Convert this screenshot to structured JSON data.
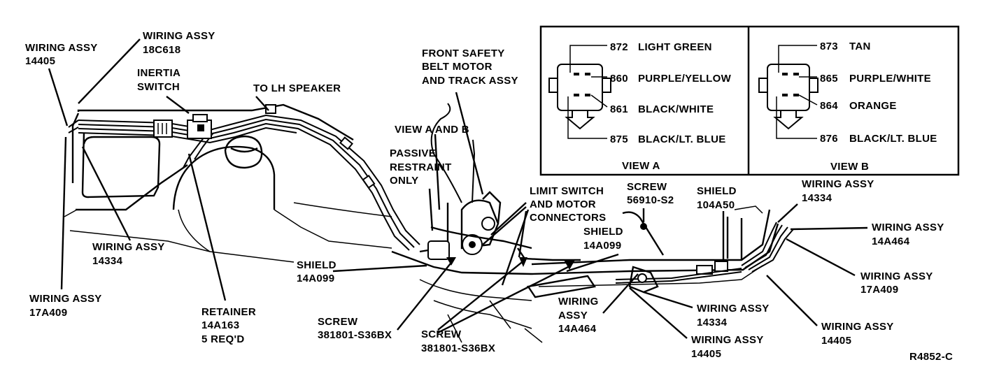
{
  "labels": {
    "wiring_assy_14405_tl": {
      "l1": "WIRING ASSY",
      "l2": "14405"
    },
    "wiring_assy_18c618": {
      "l1": "WIRING ASSY",
      "l2": "18C618"
    },
    "inertia_switch": {
      "l1": "INERTIA",
      "l2": "SWITCH"
    },
    "to_lh_speaker": "TO LH SPEAKER",
    "front_safety_belt": {
      "l1": "FRONT SAFETY",
      "l2": "BELT MOTOR",
      "l3": "AND TRACK ASSY"
    },
    "view_a_and_b": "VIEW A AND B",
    "passive_restraint": {
      "l1": "PASSIVE",
      "l2": "RESTRAINT",
      "l3": "ONLY"
    },
    "limit_switch": {
      "l1": "LIMIT SWITCH",
      "l2": "AND MOTOR",
      "l3": "CONNECTORS"
    },
    "screw_56910": {
      "l1": "SCREW",
      "l2": "56910-S2"
    },
    "shield_104a50": {
      "l1": "SHIELD",
      "l2": "104A50"
    },
    "wiring_assy_14334_r": {
      "l1": "WIRING ASSY",
      "l2": "14334"
    },
    "wiring_assy_14a464_r": {
      "l1": "WIRING ASSY",
      "l2": "14A464"
    },
    "wiring_assy_17a409_r": {
      "l1": "WIRING ASSY",
      "l2": "17A409"
    },
    "wiring_assy_14405_r": {
      "l1": "WIRING ASSY",
      "l2": "14405"
    },
    "shield_14a099_c": {
      "l1": "SHIELD",
      "l2": "14A099"
    },
    "wiring_assy_14334_l": {
      "l1": "WIRING ASSY",
      "l2": "14334"
    },
    "shield_14a099_l": {
      "l1": "SHIELD",
      "l2": "14A099"
    },
    "wiring_assy_17a409_l": {
      "l1": "WIRING ASSY",
      "l2": "17A409"
    },
    "retainer": {
      "l1": "RETAINER",
      "l2": "14A163",
      "l3": "5 REQ'D"
    },
    "screw_381801_a": {
      "l1": "SCREW",
      "l2": "381801-S36BX"
    },
    "screw_381801_b": {
      "l1": "SCREW",
      "l2": "381801-S36BX"
    },
    "wiring_assy_14a464_c": {
      "l1": "WIRING",
      "l2": "ASSY",
      "l3": "14A464"
    },
    "wiring_assy_14334_c": {
      "l1": "WIRING ASSY",
      "l2": "14334"
    },
    "wiring_assy_14405_c": {
      "l1": "WIRING ASSY",
      "l2": "14405"
    },
    "figure_code": "R4852-C"
  },
  "view_a": {
    "title": "VIEW A",
    "pins": [
      {
        "circuit": "872",
        "color": "LIGHT GREEN"
      },
      {
        "circuit": "860",
        "color": "PURPLE/YELLOW"
      },
      {
        "circuit": "861",
        "color": "BLACK/WHITE"
      },
      {
        "circuit": "875",
        "color": "BLACK/LT. BLUE"
      }
    ]
  },
  "view_b": {
    "title": "VIEW B",
    "pins": [
      {
        "circuit": "873",
        "color": "TAN"
      },
      {
        "circuit": "865",
        "color": "PURPLE/WHITE"
      },
      {
        "circuit": "864",
        "color": "ORANGE"
      },
      {
        "circuit": "876",
        "color": "BLACK/LT. BLUE"
      }
    ]
  }
}
